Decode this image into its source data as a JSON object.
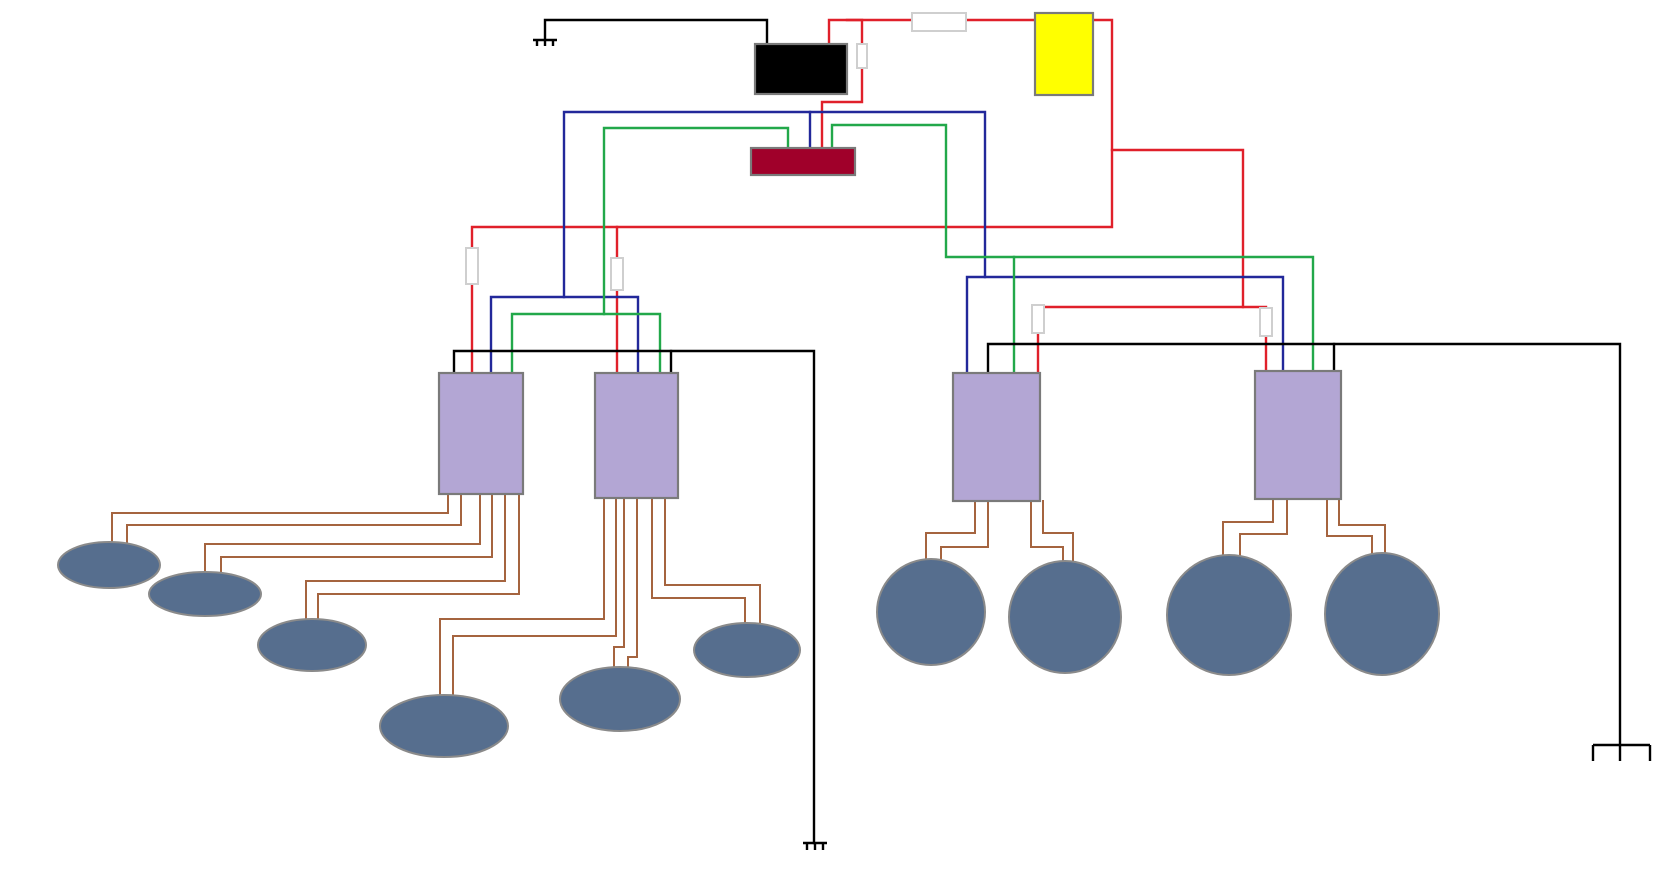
{
  "diagram": {
    "colors": {
      "background": "#ffffff",
      "power_wire": "#e0202a",
      "remote_wire": "#22289a",
      "signal_wire": "#22a84a",
      "ground_wire": "#000000",
      "speaker_wire": "#a5643f",
      "battery": "#ffff00",
      "head_unit": "#000000",
      "processor": "#a0002a",
      "amplifier": "#b3a6d4",
      "speaker": "#566e8e",
      "fuse": "#cfcfcf"
    },
    "components": [
      {
        "name": "battery",
        "color": "#ffff00"
      },
      {
        "name": "head-unit",
        "color": "#000000"
      },
      {
        "name": "processor",
        "color": "#a0002a"
      },
      {
        "name": "amplifier",
        "count": 4,
        "color": "#b3a6d4"
      },
      {
        "name": "speaker",
        "count": 10,
        "color": "#566e8e"
      },
      {
        "name": "fuse",
        "count": 6
      },
      {
        "name": "ground",
        "count": 3
      }
    ]
  }
}
